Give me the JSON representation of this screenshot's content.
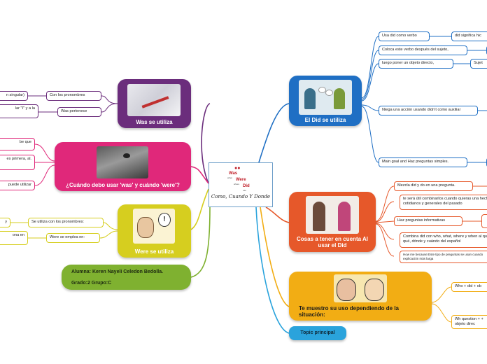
{
  "center": {
    "title": "Como, Cuando Y Donde",
    "logo_words": [
      "Was",
      "Were",
      "Did"
    ],
    "logo_small": [
      "when",
      "where",
      "use"
    ]
  },
  "topics": {
    "was": {
      "label": "Was se utiliza",
      "color": "#6b2d7c"
    },
    "cuando": {
      "label": "¿Cuándo debo usar 'was' y cuándo 'were'?",
      "color": "#e0287a"
    },
    "were": {
      "label": "Were se utiliza",
      "color": "#d6ce1f"
    },
    "alumna": {
      "line1": "Alumna: Keren Nayeli Celedon Bedolla.",
      "line2": "Grado:2 Grupo:C",
      "color": "#7fb130"
    },
    "did": {
      "label": "El Did se utiliza",
      "color": "#1f6fc4"
    },
    "cosas": {
      "label": "Cosas a tener en cuenta Al usar el Did",
      "color": "#e6582a"
    },
    "situacion": {
      "label": "Te muestro su uso dependiendo de la situación:",
      "color": "#f2ad14"
    },
    "principal": {
      "label": "Topic principal",
      "color": "#2aa3dc"
    }
  },
  "was_items": [
    {
      "label": "Con los pronombres",
      "detail": "n singular)"
    },
    {
      "label": "Was pertenece",
      "detail": "lar \"I\" y a la"
    }
  ],
  "cuando_items": [
    {
      "detail": "be que"
    },
    {
      "detail": "es primera, al."
    },
    {
      "detail": "puede utilizar"
    }
  ],
  "were_items": [
    {
      "label": "Se utiliza con los pronombres:",
      "detail": "y"
    },
    {
      "label": "Were se emplea en:",
      "detail": "ona en"
    }
  ],
  "did_items": [
    {
      "label": "Usa did como verbo",
      "detail": "did significa hic"
    },
    {
      "label": "Coloca este verbo después del sujeto,",
      "detail": ""
    },
    {
      "label": "luego poner un objeto directo,",
      "detail": "Sujet"
    },
    {
      "label": "Niega una acción usando didn't como auxiliar",
      "detail": ""
    },
    {
      "label": "Main goal and Haz preguntas simples.",
      "detail": ""
    }
  ],
  "cosas_items": [
    {
      "label": "Mezcla did y do en una pregunta."
    },
    {
      "label": "te será útil combinarlos cuando quieras una hechos cotidianos y generales del pasado"
    },
    {
      "label": "Haz preguntas informativas"
    },
    {
      "label": "Combina did con who, what, where y when al quién, qué, dónde y cuándo del español"
    },
    {
      "label": "How me because:Este tipo de preguntas se usan cuando explicación más larga"
    }
  ],
  "situacion_items": [
    {
      "label": "Who + did + ob"
    },
    {
      "label": "Wh question + + objeto direc"
    }
  ]
}
